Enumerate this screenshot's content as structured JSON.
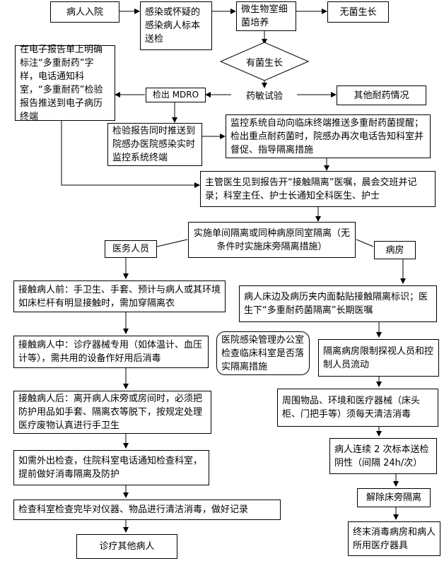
{
  "nodes": {
    "admit": "病人入院",
    "suspect": "感染或怀疑的感染病人标本送检",
    "micro": "微生物室细菌培养",
    "nogrowth": "无菌生长",
    "growth": "有菌生长",
    "sensitivity": "药敏试验",
    "other_resist": "其他耐药情况",
    "mdro": "检出 MDRO",
    "report_mark": "在电子报告单上明确标注“多重耐药”字样，电话通知科室，“多重耐药”检验报告推送到电子病历终端",
    "push_office": "检验报告同时推送到院感办医院感染实时监控系统终端",
    "monitor": "监控系统自动向临床终端推送多重耐药菌提醒；检出重点耐药菌时，院感办再次电话告知科室并督促、指导隔离措施",
    "doctor": "主管医生见到报告开“接触隔离”医嘱，晨会交班并记录；科室主任、护士长通知全科医生、护士",
    "isolate": "实施单间隔离或同种病原同室隔离（无条件时实施床旁隔离措施）",
    "staff": "医务人员",
    "ward": "病房",
    "before": "接触病人前：手卫生、手套、预计与病人或其环境如床栏杆有明显接触时，需加穿隔离衣",
    "during": "接触病人中：诊疗器械专用（如体温计、血压计等），需共用的设备作好用后消毒",
    "after": "接触病人后：离开病人床旁或房间时，必须把防护用品如手套、隔离衣等脱下，按规定处理医疗废物认真进行手卫生",
    "outside": "如需外出检查，住院科室电话通知检查科室，提前做好消毒隔离及防护",
    "check_clean": "检查科室检查完毕对仪器、物品进行清洁消毒，做好记录",
    "treat_other": "诊疗其他病人",
    "bed_label": "病人床边及病历夹内面黏贴接触隔离标识；医生下“多重耐药菌隔离”长期医嘱",
    "office_check": "医院感染管理办公室检查临床科室是否落实隔离措施",
    "restrict": "隔离病房限制探视人员和控制人员流动",
    "daily_clean": "周围物品、环境和医疗器械（床头柜、门把手等）须每天清洁消毒",
    "negative": "病人连续 2 次标本送检阴性（间隔 24h/次）",
    "release": "解除床旁隔离",
    "final": "终末消毒病房和病人所用医疗器具"
  }
}
